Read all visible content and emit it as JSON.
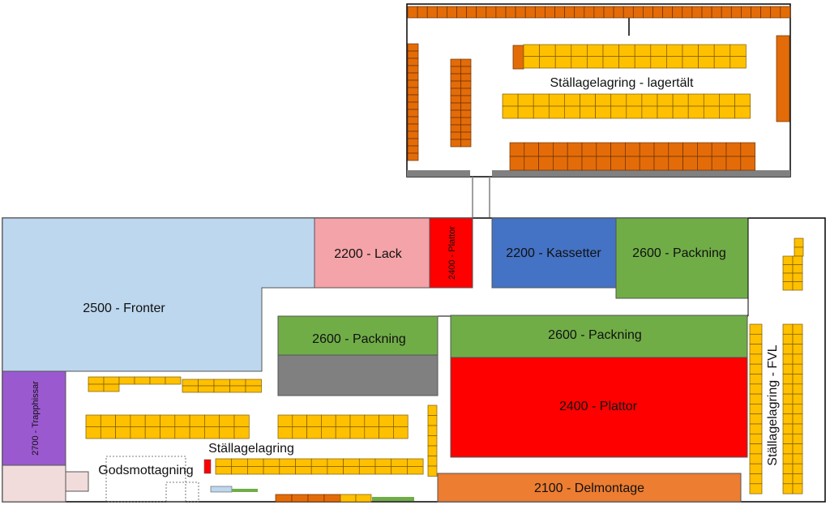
{
  "tent": {
    "label": "Ställagelagring - lagertält"
  },
  "zones": {
    "fronter": "2500 - Fronter",
    "lack": "2200 - Lack",
    "plattor_small": "2400 - Plattor",
    "kassetter": "2200 - Kassetter",
    "packning_top_right": "2600 - Packning",
    "packning_mid_left": "2600 - Packning",
    "packning_mid_right": "2600 - Packning",
    "plattor_main": "2400 - Plattor",
    "trapphissar": "2700 - Trapphissar",
    "delmontage": "2100 - Delmontage",
    "fvl": "Ställagelagring - FVL",
    "stallagelagring": "Ställagelagring",
    "godsmottagning": "Godsmottagning"
  },
  "colors": {
    "light_blue": "#bdd7ee",
    "pink": "#f4a3a8",
    "red": "#ff0000",
    "blue": "#4472c4",
    "green": "#70ad47",
    "gray": "#808080",
    "purple": "#9b59d0",
    "orange": "#ed7d31",
    "rack_yellow": "#ffc000",
    "rack_orange": "#e36c09",
    "light_pink": "#f2dcdb"
  }
}
